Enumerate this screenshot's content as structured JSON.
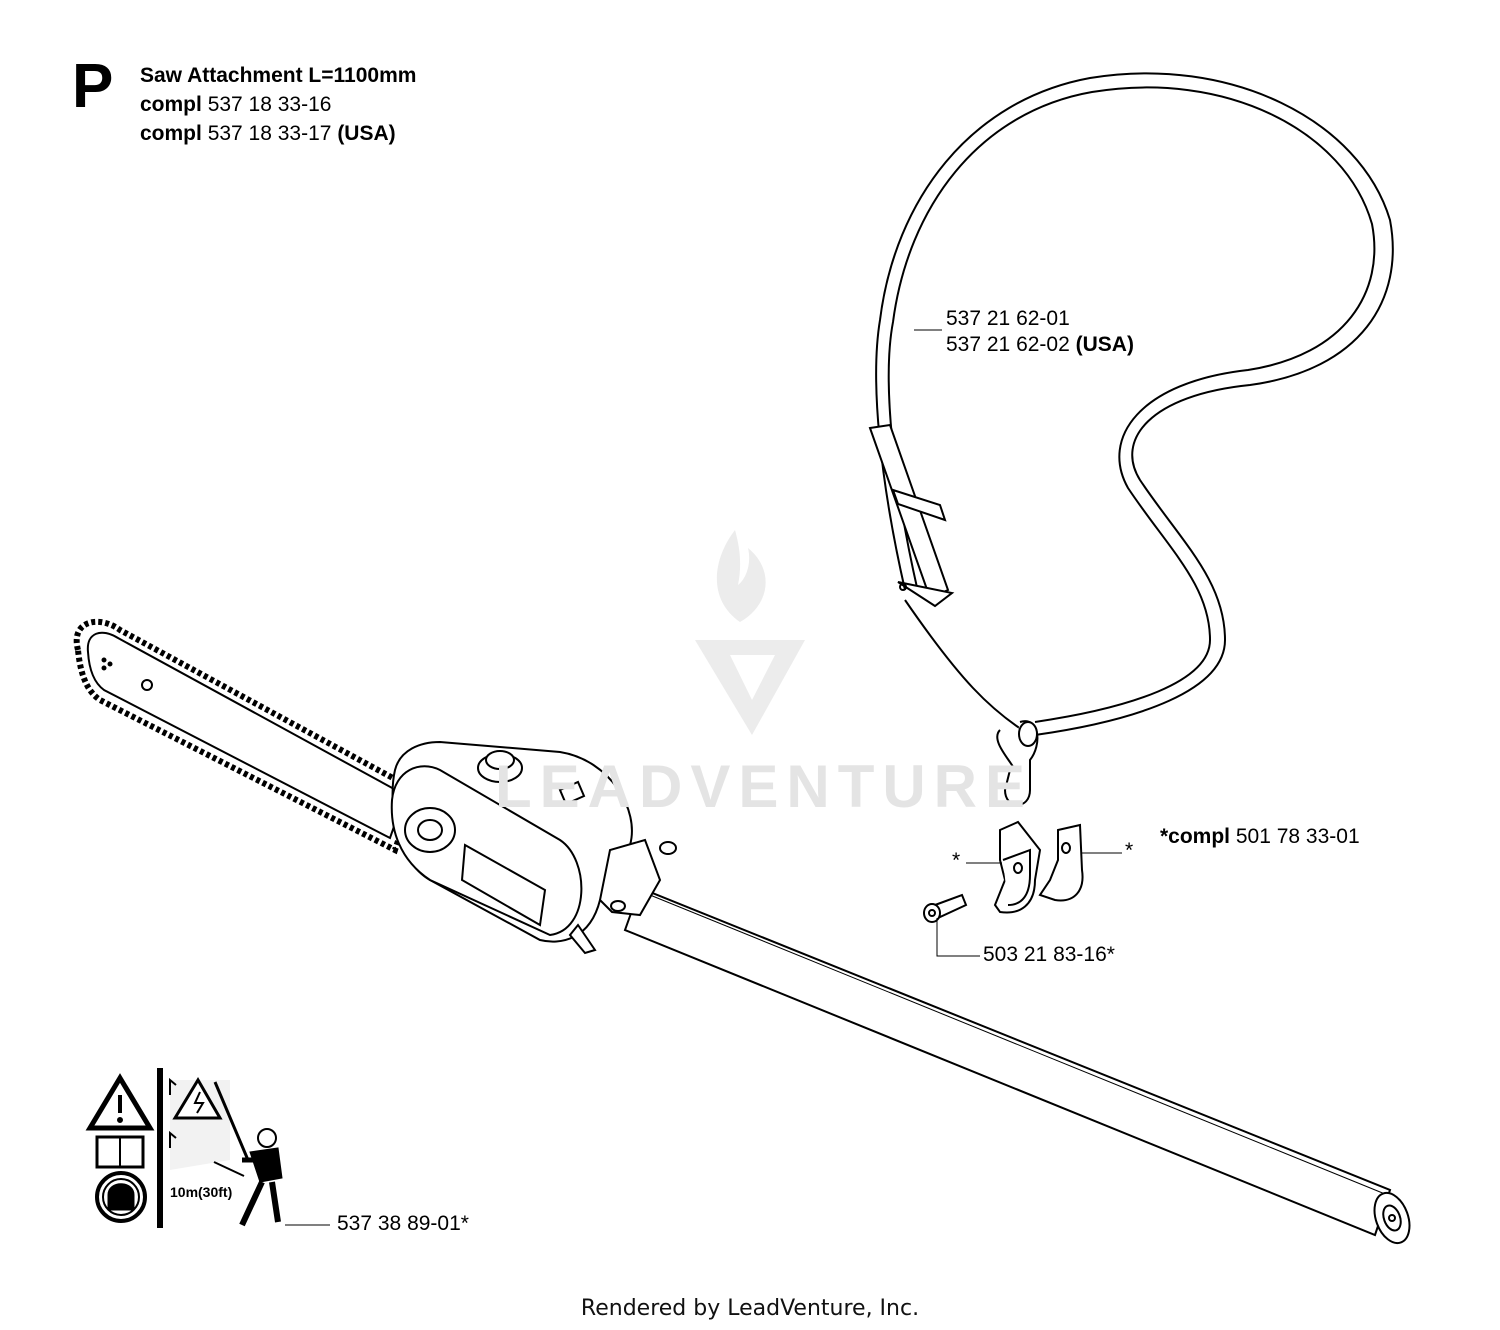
{
  "section": {
    "letter": "P"
  },
  "title": {
    "line1": "Saw Attachment L=1100mm",
    "line2_prefix": "compl",
    "line2_number": "537 18 33-16",
    "line3_prefix": "compl",
    "line3_number": "537 18 33-17",
    "line3_suffix": "(USA)"
  },
  "parts": {
    "strap_1": "537 21 62-01",
    "strap_2": "537 21 62-02",
    "strap_2_suffix": "(USA)",
    "clamp_prefix": "*compl",
    "clamp_number": "501 78 33-01",
    "clamp_star_left": "*",
    "clamp_star_right": "*",
    "screw": "503 21 83-16*",
    "decal": "537 38 89-01*"
  },
  "decal_text": "10m(30ft)",
  "watermark": "LEADVENTURE",
  "footer": "Rendered by LeadVenture, Inc."
}
